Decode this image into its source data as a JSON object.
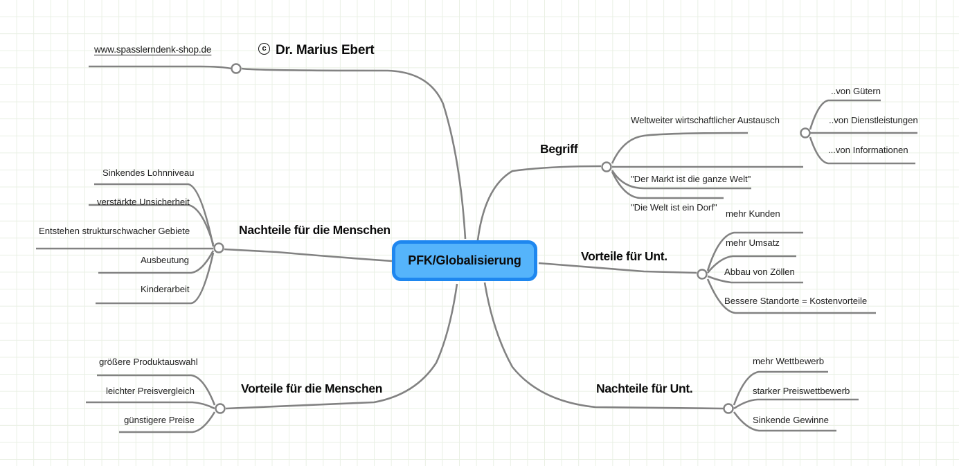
{
  "header": {
    "site_url": "www.spasslerndenk-shop.de",
    "copyright_symbol": "c",
    "author": "Dr. Marius Ebert"
  },
  "mindmap": {
    "center": "PFK/Globalisierung",
    "accent_border_color": "#1e87ef",
    "accent_fill_color": "#55b4fb",
    "connector_color": "#808080",
    "grid_color": "#e9f0e4",
    "branches": [
      {
        "id": "begriff",
        "label": "Begriff",
        "side": "right",
        "children": [
          {
            "label": "Weltweiter wirtschaftlicher Austausch",
            "children": [
              {
                "label": "..von Gütern"
              },
              {
                "label": "..von Dienstleistungen"
              },
              {
                "label": "...von Informationen"
              }
            ]
          },
          {
            "label": "\"Der Markt ist die ganze Welt\""
          },
          {
            "label": "\"Die Welt ist ein Dorf\""
          }
        ]
      },
      {
        "id": "vorteile-unt",
        "label": "Vorteile für Unt.",
        "side": "right",
        "children": [
          {
            "label": "mehr Kunden"
          },
          {
            "label": "mehr Umsatz"
          },
          {
            "label": "Abbau von Zöllen"
          },
          {
            "label": "Bessere Standorte = Kostenvorteile"
          }
        ]
      },
      {
        "id": "nachteile-unt",
        "label": "Nachteile für Unt.",
        "side": "right",
        "children": [
          {
            "label": "mehr Wettbewerb"
          },
          {
            "label": "starker Preiswettbewerb"
          },
          {
            "label": "Sinkende Gewinne"
          }
        ]
      },
      {
        "id": "nachteile-menschen",
        "label": "Nachteile für die Menschen",
        "side": "left",
        "children": [
          {
            "label": "Sinkendes Lohnniveau"
          },
          {
            "label": "verstärkte Unsicherheit"
          },
          {
            "label": "Entstehen strukturschwacher Gebiete"
          },
          {
            "label": "Ausbeutung"
          },
          {
            "label": "Kinderarbeit"
          }
        ]
      },
      {
        "id": "vorteile-menschen",
        "label": "Vorteile für die Menschen",
        "side": "left",
        "children": [
          {
            "label": "größere Produktauswahl"
          },
          {
            "label": "leichter Preisvergleich"
          },
          {
            "label": "günstigere Preise"
          }
        ]
      }
    ]
  }
}
